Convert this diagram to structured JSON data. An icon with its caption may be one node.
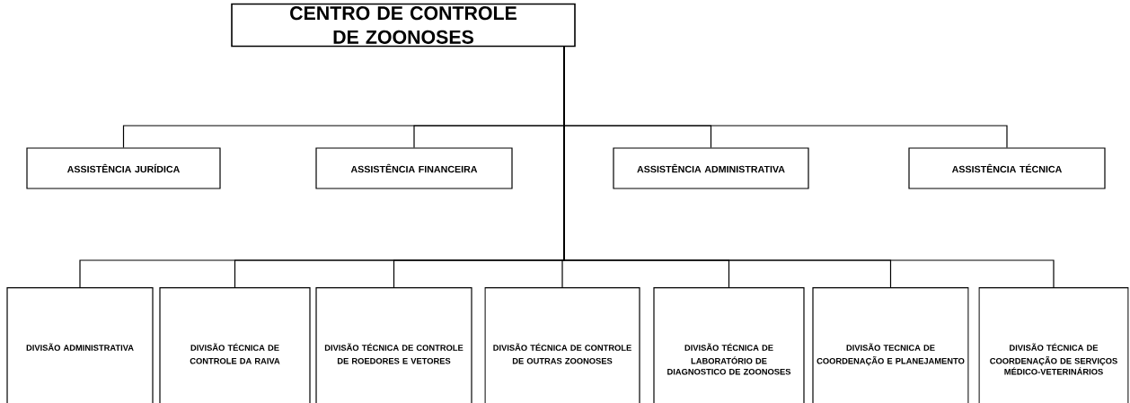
{
  "diagram": {
    "nodes": [
      {
        "text": [
          "CENTRO DE CONTROLE DE ZOONOSES"
        ]
      },
      {
        "text": [
          "ASSISTÊNCIA JURÍDICA"
        ]
      },
      {
        "text": [
          "ASSISTÊNCIA FINANCEIRA"
        ]
      },
      {
        "text": [
          "ASSISTÊNCIA ADMINISTRATIVA"
        ]
      },
      {
        "text": [
          "ASSISTÊNCIA TÉCNICA"
        ]
      },
      {
        "text": [
          "DIVISÃO ADMINISTRATIVA"
        ]
      },
      {
        "text": [
          "DIVISÃO TÉCNICA DE CONTROLE DA RAIVA"
        ]
      },
      {
        "text": [
          "DIVISÃO TÉCNICA DE CONTROLE DE ROEDORES E VETORES"
        ]
      },
      {
        "text": [
          "DIVISÃO TÉCNICA DE CONTROLE DE OUTRAS ZOONOSES"
        ]
      },
      {
        "text": [
          "DIVISÃO TÉCNICA DE LABORATÓRIO DE DIAGNOSTICO DE ZOONOSES"
        ]
      },
      {
        "text": [
          "DIVISÃO TECNICA DE COORDENAÇÃO E PLANEJAMENTO"
        ]
      },
      {
        "text": [
          "DIVISÃO TÉCNICA DE COORDENAÇÃO DE SERVIÇOS MÉDICO-VETERINÁRIOS"
        ]
      }
    ],
    "edges": [
      {
        "from": 0,
        "to": 1,
        "arrow": "none"
      },
      {
        "from": 0,
        "to": 2,
        "arrow": "none"
      },
      {
        "from": 0,
        "to": 3,
        "arrow": "none"
      },
      {
        "from": 0,
        "to": 4,
        "arrow": "none"
      },
      {
        "from": 0,
        "to": 5,
        "arrow": "none"
      },
      {
        "from": 0,
        "to": 6,
        "arrow": "none"
      },
      {
        "from": 0,
        "to": 7,
        "arrow": "none"
      },
      {
        "from": 0,
        "to": 8,
        "arrow": "none"
      },
      {
        "from": 0,
        "to": 9,
        "arrow": "none"
      },
      {
        "from": 0,
        "to": 10,
        "arrow": "none"
      },
      {
        "from": 0,
        "to": 11,
        "arrow": "none"
      }
    ]
  }
}
